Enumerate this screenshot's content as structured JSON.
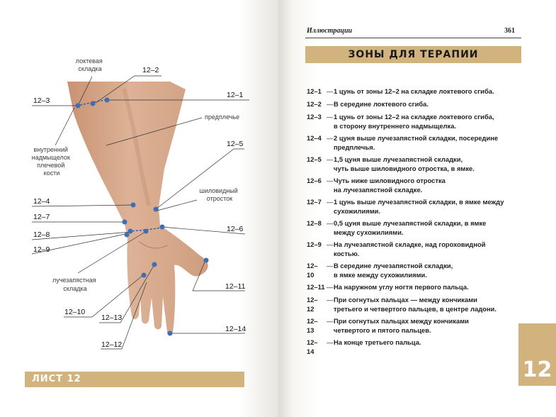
{
  "left_page": {
    "figure_labels": {
      "elbow_crease": [
        "локтевая",
        "складка"
      ],
      "forearm": "предплечье",
      "epicondyle": [
        "внутренний",
        "надмыщелок",
        "плечевой",
        "кости"
      ],
      "styloid": [
        "шиловидный",
        "отросток"
      ],
      "wrist_crease": [
        "лучезапястная",
        "складка"
      ]
    },
    "points": {
      "p12_1": "12–1",
      "p12_2": "12–2",
      "p12_3": "12–3",
      "p12_4": "12–4",
      "p12_5": "12–5",
      "p12_6": "12–6",
      "p12_7": "12–7",
      "p12_8": "12–8",
      "p12_9": "12–9",
      "p12_10": "12–10",
      "p12_11": "12–11",
      "p12_12": "12–12",
      "p12_13": "12–13",
      "p12_14": "12–14"
    },
    "sheet_label": "ЛИСТ 12"
  },
  "right_page": {
    "header_title": "Иллюстрации",
    "page_number": "361",
    "section_title": "ЗОНЫ ДЛЯ ТЕРАПИИ",
    "tab_number": "12",
    "entries": [
      {
        "code": "12–1",
        "lines": [
          "1 цунь от зоны 12–2 на складке локтевого сгиба."
        ]
      },
      {
        "code": "12–2",
        "lines": [
          "В середине локтевого сгиба."
        ]
      },
      {
        "code": "12–3",
        "lines": [
          "1 цунь от зоны 12–2 на складке локтевого сгиба,",
          "в сторону внутреннего надмыщелка."
        ]
      },
      {
        "code": "12–4",
        "lines": [
          "2 цуня выше лучезапястной складки, посередине",
          "предплечья."
        ]
      },
      {
        "code": "12–5",
        "lines": [
          "1,5 цуня выше лучезапястной складки,",
          "чуть выше шиловидного отростка, в ямке."
        ]
      },
      {
        "code": "12–6",
        "lines": [
          "Чуть ниже шиловидного отростка",
          "на лучезапястной складке."
        ]
      },
      {
        "code": "12–7",
        "lines": [
          "1 цунь выше лучезапястной складки, в ямке между",
          "сухожилиями."
        ]
      },
      {
        "code": "12–8",
        "lines": [
          "0,5 цуня выше лучезапястной складки, в ямке",
          "между сухожилиями."
        ]
      },
      {
        "code": "12–9",
        "lines": [
          "На лучезапястной складке, над  гороховидной",
          "костью."
        ]
      },
      {
        "code": "12–10",
        "lines": [
          "В середине лучезапястной складки,",
          "в ямке между сухожилиями."
        ]
      },
      {
        "code": "12–11",
        "lines": [
          "На наружном углу  ногтя первого пальца."
        ]
      },
      {
        "code": "12–12",
        "lines": [
          "При согнутых пальцах — между кончиками",
          "третьего и четвертого пальцев, в центре ладони."
        ]
      },
      {
        "code": "12–13",
        "lines": [
          "При согнутых пальцах между кончиками",
          "четвертого и пятого пальцев."
        ]
      },
      {
        "code": "12–14",
        "lines": [
          "На конце третьего пальца."
        ]
      }
    ]
  }
}
